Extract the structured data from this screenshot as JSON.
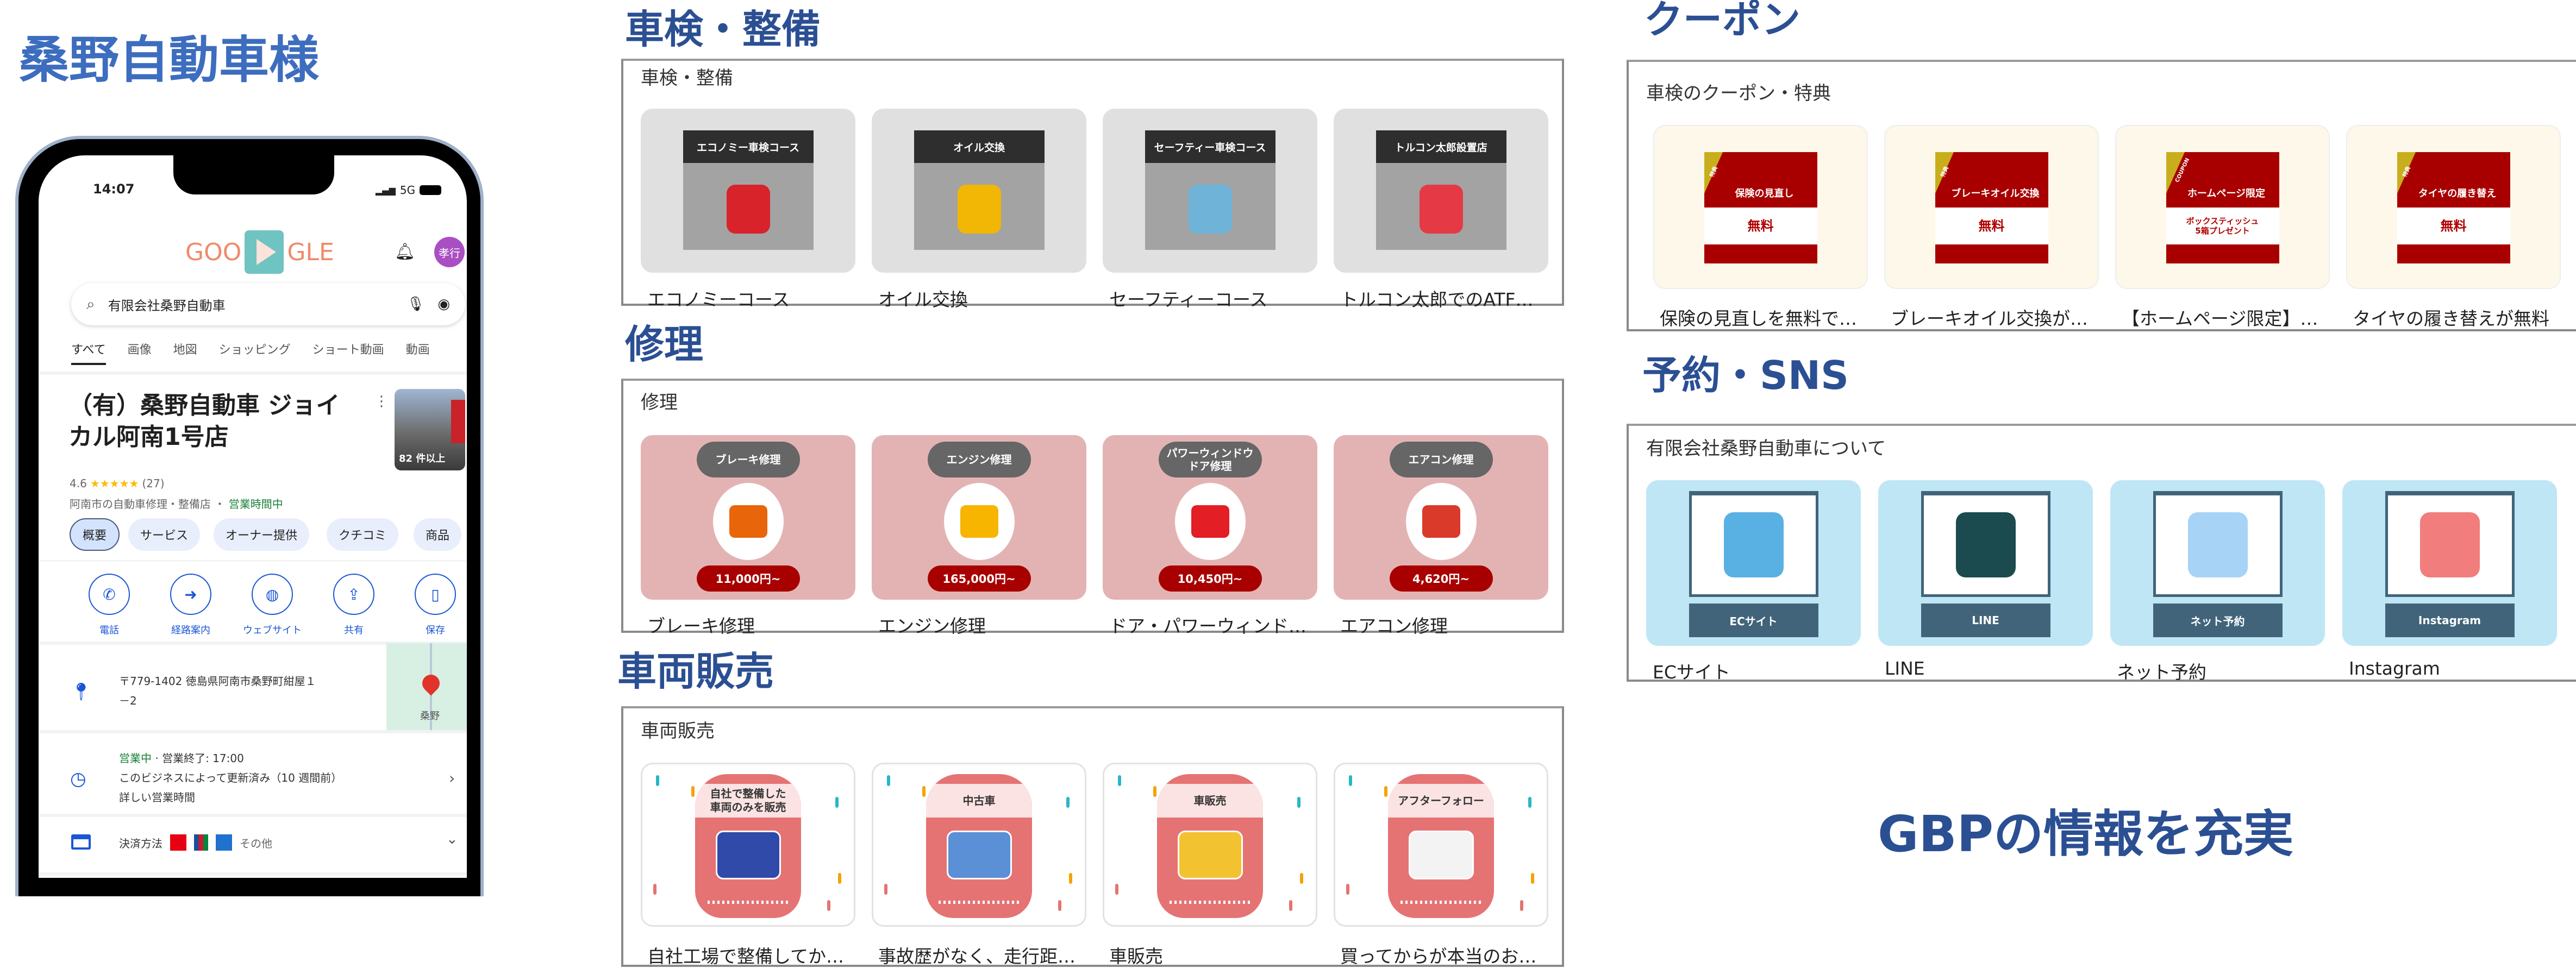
{
  "page_title": "桑野自動車様",
  "footer_message": "GBPの情報を充実",
  "colors": {
    "heading": "#2b4f93",
    "accent_red": "#a80000",
    "sns_slate": "#41647a"
  },
  "phone": {
    "time": "14:07",
    "network": "5G",
    "logo_text_left": "GOO",
    "logo_text_right": "GLE",
    "avatar": "孝行",
    "search_query": "有限会社桑野自動車",
    "tabs": [
      "すべて",
      "画像",
      "地図",
      "ショッピング",
      "ショート動画",
      "動画"
    ],
    "business_name_line1": "（有）桑野自動車 ジョイ",
    "business_name_line2": "カル阿南1号店",
    "photo_count": "82 件以上",
    "rating": "4.6",
    "stars": "★★★★★",
    "review_count": "(27)",
    "category": "阿南市の自動車修理・整備店 ・",
    "open_status": "営業時間中",
    "chips": [
      "概要",
      "サービス",
      "オーナー提供",
      "クチコミ",
      "商品"
    ],
    "actions": [
      {
        "label": "電話",
        "icon": "phone-icon",
        "glyph": "✆"
      },
      {
        "label": "経路案内",
        "icon": "directions-icon",
        "glyph": "➜"
      },
      {
        "label": "ウェブサイト",
        "icon": "globe-icon",
        "glyph": "◍"
      },
      {
        "label": "共有",
        "icon": "share-icon",
        "glyph": "⇪"
      },
      {
        "label": "保存",
        "icon": "bookmark-icon",
        "glyph": "▯"
      }
    ],
    "address_line1": "〒779-1402 徳島県阿南市桑野町紺屋１",
    "address_line2": "－2",
    "map_label": "桑野",
    "hours_open": "営業中",
    "hours_close": " · 営業終了: 17:00",
    "hours_updated": "このビジネスによって更新済み（10 週間前）",
    "hours_more": "詳しい営業時間",
    "payment_label": "決済方法",
    "payment_other": "その他"
  },
  "sections": {
    "inspection": {
      "heading": "車検・整備",
      "box_title": "車検・整備",
      "cards": [
        {
          "banner": "エコノミー車検コース",
          "label": "エコノミーコース"
        },
        {
          "banner": "オイル交換",
          "label": "オイル交換"
        },
        {
          "banner": "セーフティー車検コース",
          "label": "セーフティーコース"
        },
        {
          "banner": "トルコン太郎設置店",
          "label": "トルコン太郎でのATF…"
        }
      ]
    },
    "repair": {
      "heading": "修理",
      "box_title": "修理",
      "cards": [
        {
          "pill": "ブレーキ修理",
          "price": "11,000円~",
          "label": "ブレーキ修理"
        },
        {
          "pill": "エンジン修理",
          "price": "165,000円~",
          "label": "エンジン修理"
        },
        {
          "pill": "パワーウィンドウ\nドア修理",
          "price": "10,450円~",
          "label": "ドア・パワーウィンド…"
        },
        {
          "pill": "エアコン修理",
          "price": "4,620円~",
          "label": "エアコン修理"
        }
      ]
    },
    "sales": {
      "heading": "車両販売",
      "box_title": "車両販売",
      "cards": [
        {
          "head": "自社で整備した\n車両のみを販売",
          "label": "自社工場で整備してか…"
        },
        {
          "head": "中古車",
          "label": "事故歴がなく、走行距…"
        },
        {
          "head": "車販売",
          "label": "車販売"
        },
        {
          "head": "アフターフォロー",
          "label": "買ってからが本当のお…"
        }
      ]
    },
    "coupon": {
      "heading": "クーポン",
      "box_title": "車検のクーポン・特典",
      "cards": [
        {
          "tag": "特典",
          "title": "保険の見直し",
          "body": "無料",
          "label": "保険の見直しを無料で…"
        },
        {
          "tag": "特典",
          "title": "ブレーキオイル交換",
          "body": "無料",
          "label": "ブレーキオイル交換が…"
        },
        {
          "tag": "COUPON",
          "title": "ホームページ限定",
          "body": "ボックスティッシュ\n5箱プレゼント",
          "label": "【ホームページ限定】…"
        },
        {
          "tag": "特典",
          "title": "タイヤの履き替え",
          "body": "無料",
          "label": "タイヤの履き替えが無料"
        }
      ]
    },
    "sns": {
      "heading": "予約・SNS",
      "box_title": "有限会社桑野自動車について",
      "cards": [
        {
          "banner": "ECサイト",
          "label": "ECサイト",
          "icon": "ec-site-icon"
        },
        {
          "banner": "LINE",
          "label": "LINE",
          "icon": "chat-bubbles-icon"
        },
        {
          "banner": "ネット予約",
          "label": "ネット予約",
          "icon": "online-booking-icon"
        },
        {
          "banner": "Instagram",
          "label": "Instagram",
          "icon": "social-media-icon"
        }
      ]
    }
  }
}
